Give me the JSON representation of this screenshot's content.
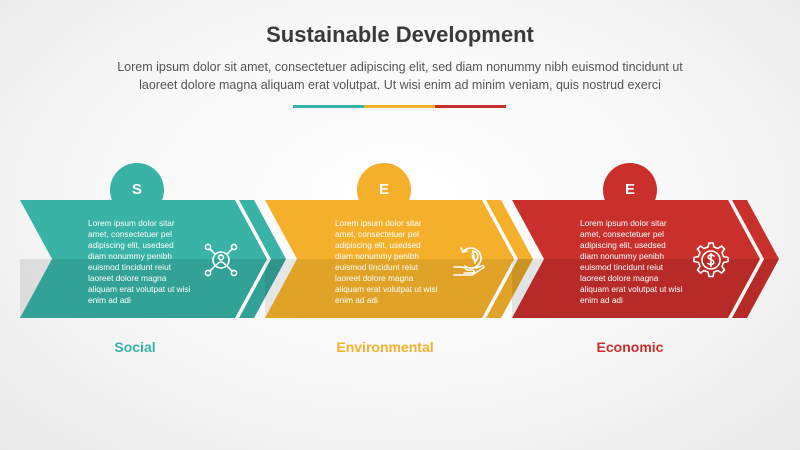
{
  "header": {
    "title": "Sustainable Development",
    "subtitle_line1": "Lorem ipsum dolor sit amet, consectetuer adipiscing elit, sed diam nonummy nibh euismod tincidunt ut",
    "subtitle_line2": "laoreet dolore magna aliquam erat volutpat. Ut wisi enim ad minim veniam, quis nostrud exerci"
  },
  "colors": {
    "social": "#38b3a6",
    "environmental": "#f4b02b",
    "economic": "#c9302c"
  },
  "stages": [
    {
      "id": "social",
      "letter": "S",
      "label": "Social",
      "icon": "network-person-icon",
      "text": "Lorem ipsum dolor sitar amet, consectetuer pel adipiscing elit, usedsed diam nonummy penibh euismod tincidunt reiut laoreet dolore magna aliquam erat volutpat ut wisi enim ad adi"
    },
    {
      "id": "environmental",
      "letter": "E",
      "label": "Environmental",
      "icon": "hand-leaf-cycle-icon",
      "text": "Lorem ipsum dolor sitar amet, consectetuer pel adipiscing elit, usedsed diam nonummy penibh euismod tincidunt reiut laoreet dolore magna aliquam erat volutpat ut wisi enim ad adi"
    },
    {
      "id": "economic",
      "letter": "E",
      "label": "Economic",
      "icon": "gear-dollar-icon",
      "text": "Lorem ipsum dolor sitar amet, consectetuer pel adipiscing elit, usedsed diam nonummy penibh euismod tincidunt reiut laoreet dolore magna aliquam erat volutpat ut wisi enim ad adi"
    }
  ]
}
